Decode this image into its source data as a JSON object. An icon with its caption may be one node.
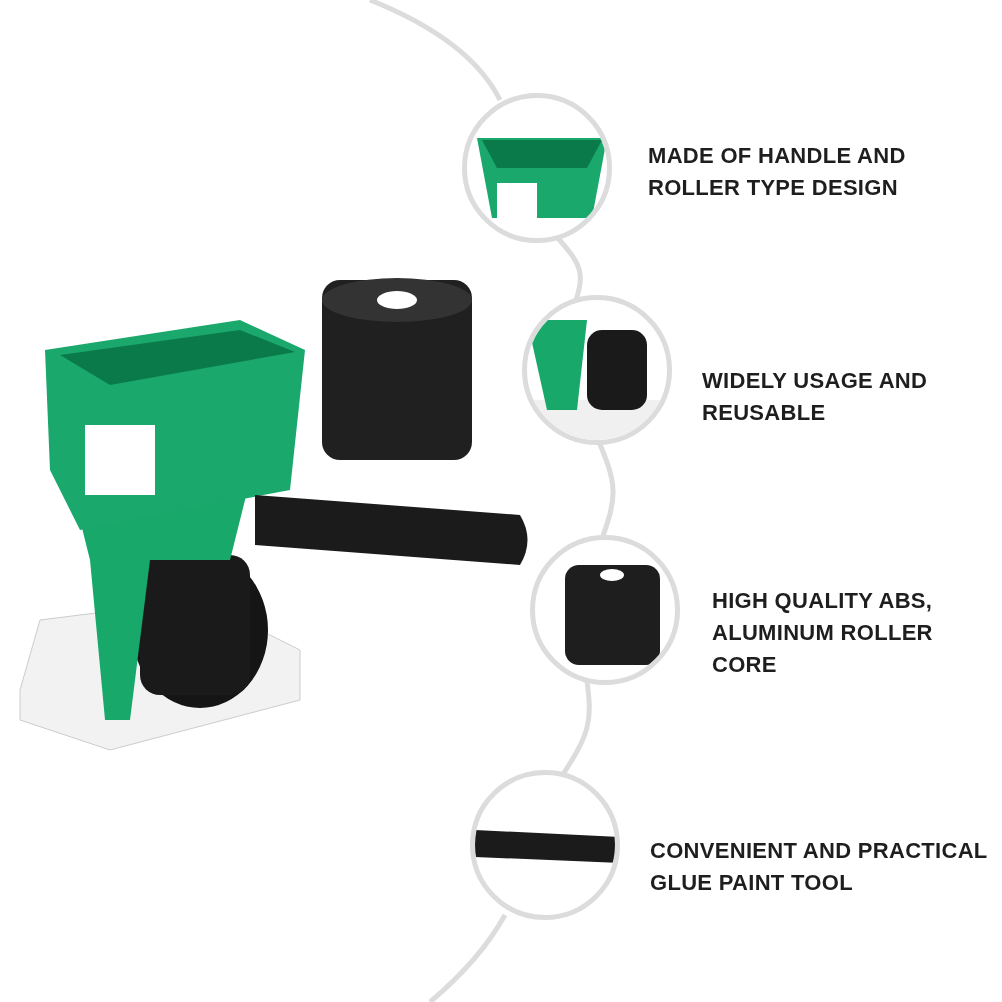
{
  "diagram": {
    "nodes": [
      {
        "text": [],
        "shape": "picture",
        "beside": [
          "MADE OF HANDLE AND ROLLER TYPE DESIGN"
        ]
      },
      {
        "text": [],
        "shape": "picture",
        "beside": [
          "WIDELY USAGE AND REUSABLE"
        ]
      },
      {
        "text": [],
        "shape": "picture",
        "beside": [
          "HIGH QUALITY ABS, ALUMINUM ROLLER CORE"
        ]
      },
      {
        "text": [],
        "shape": "picture",
        "beside": [
          "CONVENIENT AND PRACTICAL GLUE PAINT TOOL"
        ]
      }
    ],
    "edges": [
      {
        "from": 0,
        "to": 1,
        "arrow": "none"
      },
      {
        "from": 1,
        "to": 2,
        "arrow": "none"
      },
      {
        "from": 2,
        "to": 3,
        "arrow": "none"
      }
    ]
  }
}
